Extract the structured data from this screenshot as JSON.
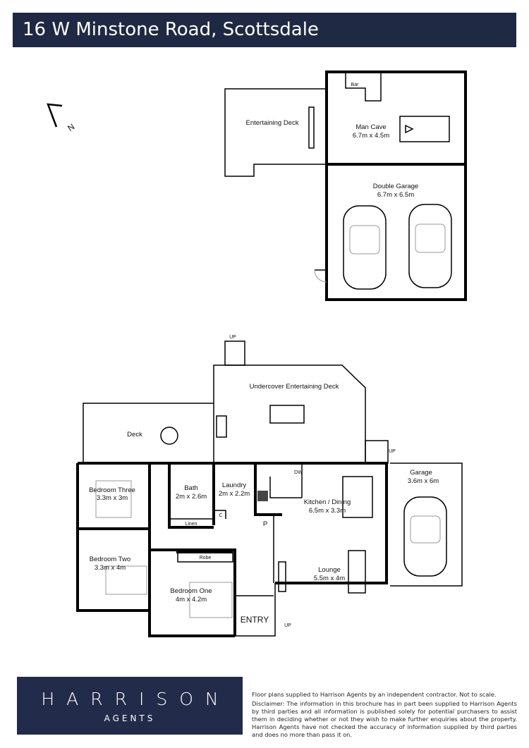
{
  "header": {
    "title": "16 W Minstone Road, Scottsdale"
  },
  "compass": {
    "label": "N",
    "icon": "north-arrow-icon"
  },
  "outbuilding": {
    "bar": "Bar",
    "entertaining_deck": "Entertaining Deck",
    "man_cave": {
      "name": "Man Cave",
      "size": "6.7m x 4.5m"
    },
    "double_garage": {
      "name": "Double Garage",
      "size": "6.7m x 6.5m"
    }
  },
  "house": {
    "up_top": "UP",
    "undercover_deck": "Undercover Entertaining Deck",
    "deck": "Deck",
    "up_side": "UP",
    "up_entry": "UP",
    "garage": {
      "name": "Garage",
      "size": "3.6m x 6m"
    },
    "bedroom_three": {
      "name": "Bedroom Three",
      "size": "3.3m x 3m"
    },
    "bath": {
      "name": "Bath",
      "size": "2m x 2.6m"
    },
    "laundry": {
      "name": "Laundry",
      "size": "2m x 2.2m"
    },
    "kitchen": {
      "name": "Kitchen / Dining",
      "size": "6.5m x 3.3m"
    },
    "dw": "DW",
    "linen": "Linen",
    "cupboard": "C",
    "pantry": "P",
    "bedroom_two": {
      "name": "Bedroom Two",
      "size": "3.3m x 4m"
    },
    "robe": "Robe",
    "bedroom_one": {
      "name": "Bedroom One",
      "size": "4m x 4.2m"
    },
    "lounge": {
      "name": "Lounge",
      "size": "5.5m x 4m"
    },
    "entry": "ENTRY"
  },
  "brand": {
    "name": "HARRISON",
    "sub": "AGENTS",
    "color": "#222b4a"
  },
  "disclaimer": {
    "line1": "Floor plans supplied to Harrison Agents by an independent contractor. Not to scale.",
    "line2": "Disclaimer: The information in this brochure has in part been supplied to Harrison Agents by third parties and all information is published solely for potential purchasers to assist them in deciding whether or not they wish to make further enquiries about the property. Harrison Agents have not checked the accuracy of information supplied by third parties and does no more than pass it on."
  }
}
